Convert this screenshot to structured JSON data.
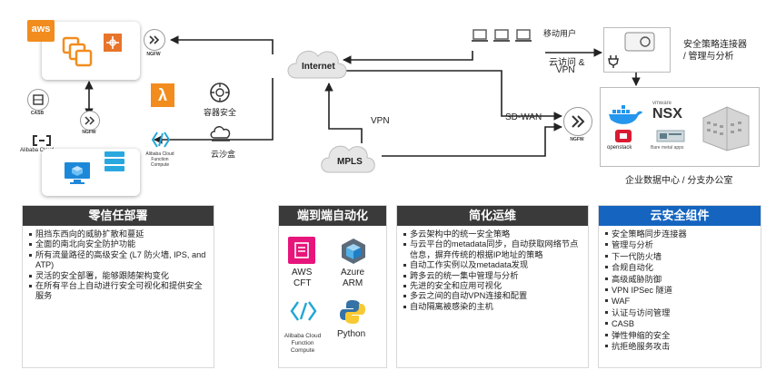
{
  "diagram": {
    "aws_logo": "aws",
    "ngfw_label": "NGFW",
    "casb_label": "CASB",
    "alibaba_cloud": "Alibaba Cloud",
    "alibaba_function_compute_small": "Alibaba Cloud Function Compute",
    "container_security": "容器安全",
    "cloud_sandbox": "云沙盒",
    "internet": "Internet",
    "mpls": "MPLS",
    "vpn": "VPN",
    "sd_wan": "SD-WAN",
    "mobile_users": "移动用户",
    "cloud_access_vpn_line1": "云访问 &",
    "cloud_access_vpn_line2": "VPN",
    "connector_line1": "安全策略连接器",
    "connector_line2": "/ 管理与分析",
    "vmware": "vmware",
    "nsx": "NSX",
    "openstack": "openstack",
    "bare_metal": "Bare metal apps",
    "datacenter_label": "企业数据中心 / 分支办公室"
  },
  "panels": {
    "zero_trust": {
      "title": "零信任部署",
      "items": [
        "阻挡东西向的威胁扩散和蔓延",
        "全面的南北向安全防护功能",
        "所有流量路径的高级安全 (L7 防火墙, IPS, and ATP)",
        "灵活的安全部署，能够跟随架构变化",
        "在所有平台上自动进行安全可视化和提供安全服务"
      ]
    },
    "automation": {
      "title": "端到端自动化",
      "aws_cft_line1": "AWS",
      "aws_cft_line2": "CFT",
      "azure_arm_line1": "Azure",
      "azure_arm_line2": "ARM",
      "alibaba_fc_line1": "Alibaba Cloud",
      "alibaba_fc_line2": "Function",
      "alibaba_fc_line3": "Compute",
      "python": "Python"
    },
    "ops": {
      "title": "简化运维",
      "items": [
        "多云架构中的统一安全策略",
        "与云平台的metadata同步，自动获取网络节点信息，摒弃传统的根据IP地址的策略",
        "自动工作实例以及metadata发现",
        "跨多云的统一集中管理与分析",
        "先进的安全和应用可视化",
        "多云之间的自动VPN连接和配置",
        "自动隔离被感染的主机"
      ]
    },
    "cloud_security": {
      "title": "云安全组件",
      "items": [
        "安全策略同步连接器",
        "管理与分析",
        "下一代防火墙",
        "合规自动化",
        "高级威胁防御",
        "VPN IPSec 隧道",
        "WAF",
        "认证与访问管理",
        "CASB",
        "弹性伸缩的安全",
        "抗拒绝服务攻击"
      ]
    }
  },
  "colors": {
    "panel_header": "#3a3a3a",
    "cloud_security_header": "#1565c0",
    "aws_orange": "#f28c1e",
    "vpn_tunnel_red": "#cc2b2b",
    "alibaba_cyan": "#22a6d8",
    "arrow": "#222222"
  }
}
